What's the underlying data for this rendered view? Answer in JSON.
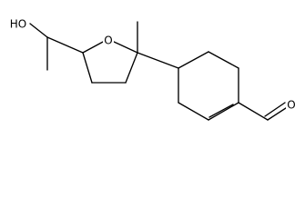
{
  "atoms": {
    "hydroxyl": "HO",
    "ring_oxygen": "O",
    "aldehyde_oxygen": "O"
  },
  "colors": {
    "bond": "#000000",
    "background": "#ffffff"
  }
}
